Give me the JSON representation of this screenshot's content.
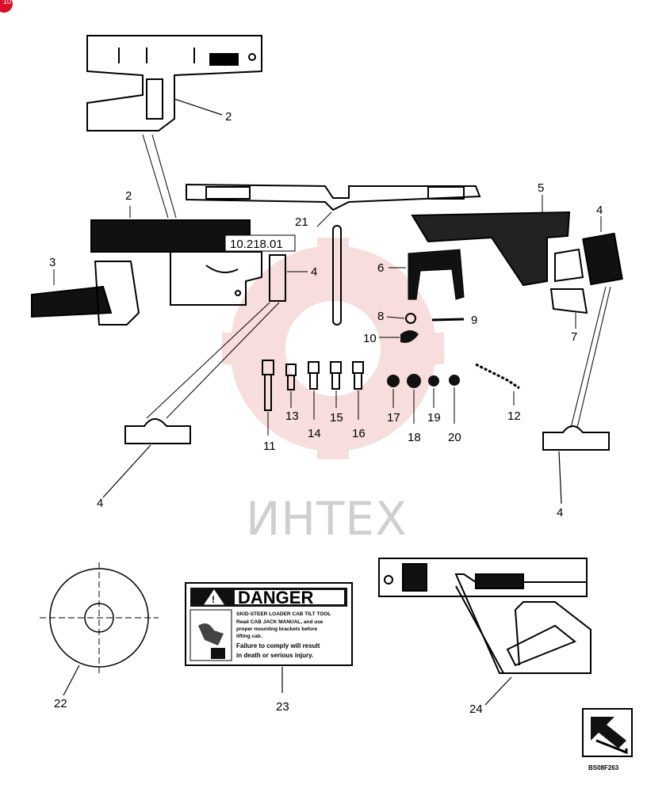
{
  "corner_badge": {
    "text": "10",
    "color": "#d8102a"
  },
  "reference_box": "10.218.01",
  "callouts": {
    "c1": "2",
    "c2": "2",
    "c3": "3",
    "c4a": "4",
    "c4b": "4",
    "c4c": "4",
    "c4d": "4",
    "c5": "5",
    "c6": "6",
    "c7": "7",
    "c8": "8",
    "c9": "9",
    "c10": "10",
    "c11": "11",
    "c12": "12",
    "c13": "13",
    "c14": "14",
    "c15": "15",
    "c16": "16",
    "c17": "17",
    "c18": "18",
    "c19": "19",
    "c20": "20",
    "c21": "21",
    "c22": "22",
    "c23": "23",
    "c24": "24"
  },
  "watermark": {
    "text": "ИНТЕХ",
    "logo_color": "#f3b8b8",
    "text_color": "#cfcfcf"
  },
  "danger_decal": {
    "title": "DANGER",
    "heading": "SKID-STEER LOADER CAB TILT TOOL",
    "body_lines": [
      "Read CAB JACK MANUAL, and use",
      "proper mounting brackets before",
      "lifting cab."
    ],
    "warning_lines": [
      "Failure to comply will result",
      "in death or serious injury."
    ]
  },
  "figure_code": "BS08F263",
  "icons": [
    "navigation-arrow-icon",
    "danger-triangle-icon"
  ]
}
